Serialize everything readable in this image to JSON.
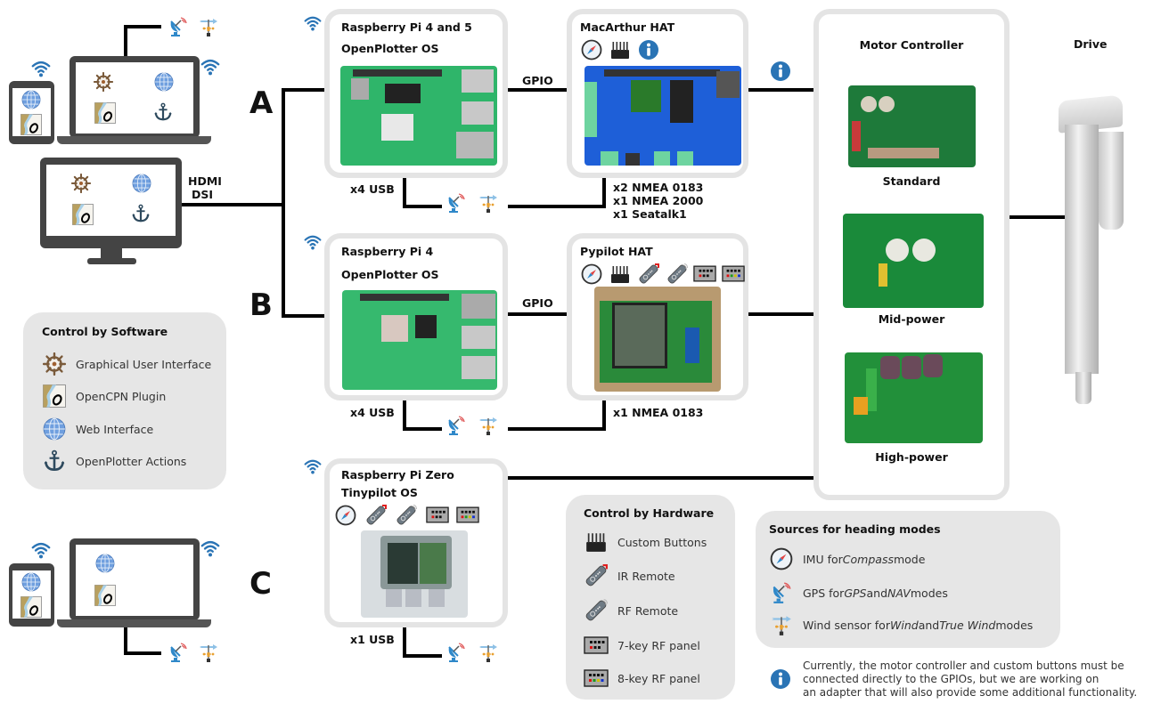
{
  "sections": {
    "a": "A",
    "b": "B",
    "c": "C"
  },
  "connections": {
    "hdmi": "HDMI",
    "dsi": "DSI",
    "gpio_a": "GPIO",
    "gpio_b": "GPIO",
    "usb_a": "x4 USB",
    "usb_b": "x4 USB",
    "usb_c": "x1 USB",
    "nmea_a_1": "x2 NMEA 0183",
    "nmea_a_2": "x1 NMEA 2000",
    "nmea_a_3": "x1 Seatalk1",
    "nmea_b": "x1 NMEA 0183"
  },
  "boards": {
    "pi45": {
      "title": "Raspberry Pi 4 and 5",
      "os": "OpenPlotter OS"
    },
    "pi4": {
      "title": "Raspberry Pi 4",
      "os": "OpenPlotter OS"
    },
    "pizero": {
      "title": "Raspberry Pi Zero",
      "os": "Tinypilot OS"
    },
    "macarthur": {
      "title": "MacArthur HAT"
    },
    "pypilot": {
      "title": "Pypilot HAT"
    }
  },
  "motor_controller": {
    "title": "Motor Controller",
    "variants": [
      "Standard",
      "Mid-power",
      "High-power"
    ]
  },
  "drive": {
    "title": "Drive"
  },
  "legend_software": {
    "title": "Control by Software",
    "items": [
      {
        "icon": "ship-wheel-icon",
        "label": "Graphical User Interface"
      },
      {
        "icon": "opencpn-icon",
        "label": "OpenCPN Plugin"
      },
      {
        "icon": "globe-icon",
        "label": "Web Interface"
      },
      {
        "icon": "anchor-icon",
        "label": "OpenPlotter Actions"
      }
    ]
  },
  "legend_hardware": {
    "title": "Control by Hardware",
    "items": [
      {
        "icon": "buttons-icon",
        "label": "Custom Buttons"
      },
      {
        "icon": "ir-remote-icon",
        "label": "IR Remote"
      },
      {
        "icon": "rf-remote-icon",
        "label": "RF Remote"
      },
      {
        "icon": "7key-panel-icon",
        "label": "7-key RF panel"
      },
      {
        "icon": "8key-panel-icon",
        "label": "8-key RF panel"
      }
    ]
  },
  "legend_heading": {
    "title": "Sources for heading modes",
    "items": [
      {
        "icon": "compass-icon",
        "pre": "IMU for ",
        "em1": "Compass",
        "mid": " mode",
        "em2": "",
        "post": ""
      },
      {
        "icon": "gps-dish-icon",
        "pre": "GPS for ",
        "em1": "GPS",
        "mid": " and ",
        "em2": "NAV",
        "post": " modes"
      },
      {
        "icon": "wind-vane-icon",
        "pre": "Wind sensor for ",
        "em1": "Wind",
        "mid": " and ",
        "em2": "True Wind",
        "post": " modes"
      }
    ]
  },
  "note": {
    "line1": "Currently, the motor controller and custom buttons must be",
    "line2": "connected directly to the GPIOs, but we are working on",
    "line3": "an adapter that will also provide some additional functionality."
  },
  "colors": {
    "wifi": "#2a74b5",
    "info": "#2a74b5",
    "box_border": "#e4e4e4",
    "legend_bg": "#e6e6e6",
    "line": "#000000"
  }
}
